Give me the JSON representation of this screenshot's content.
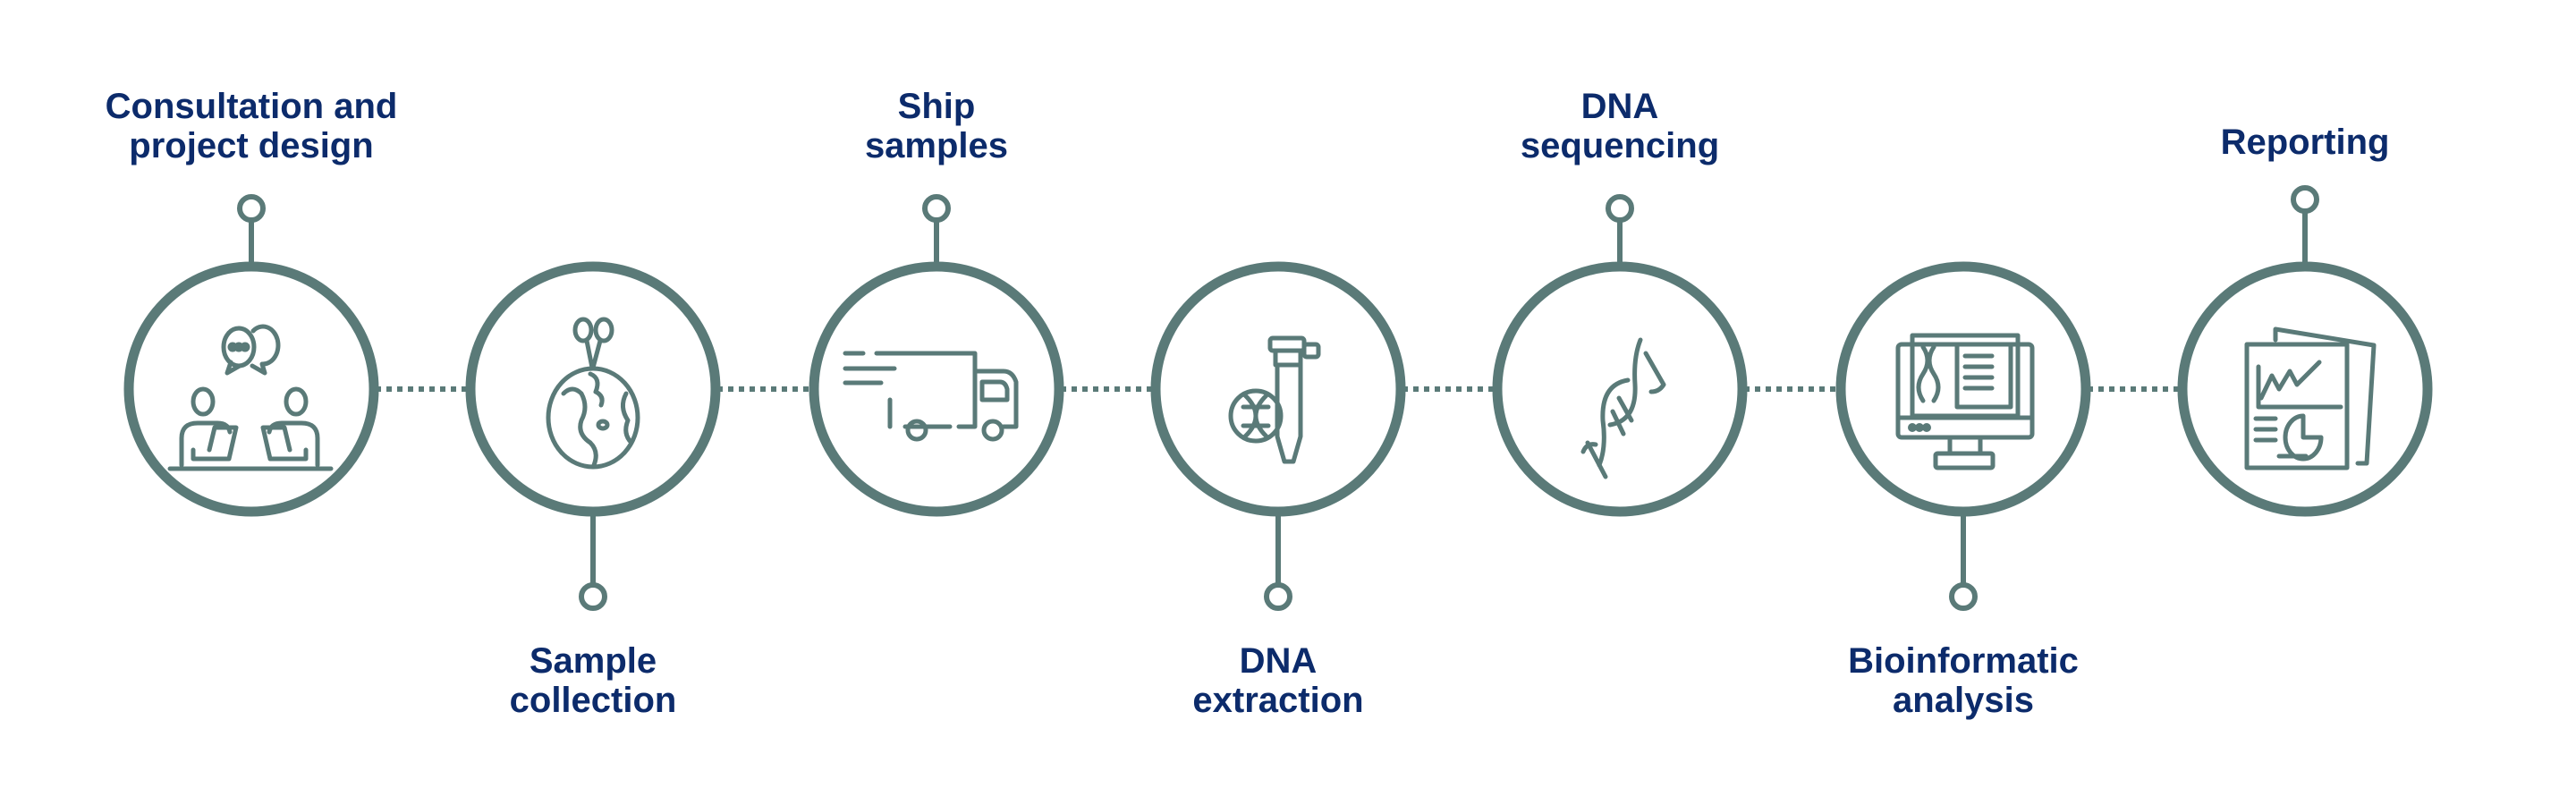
{
  "colors": {
    "accent": "#5a7a78",
    "label": "#0c2b6b"
  },
  "steps": [
    {
      "lines": [
        "Consultation and",
        "project design"
      ],
      "icon": "consultation-icon",
      "position": "top"
    },
    {
      "lines": [
        "Sample",
        "collection"
      ],
      "icon": "globe-sprout-icon",
      "position": "bottom"
    },
    {
      "lines": [
        "Ship",
        "samples"
      ],
      "icon": "delivery-truck-icon",
      "position": "top"
    },
    {
      "lines": [
        "DNA",
        "extraction"
      ],
      "icon": "test-tube-dna-icon",
      "position": "bottom"
    },
    {
      "lines": [
        "DNA",
        "sequencing"
      ],
      "icon": "dna-helix-icon",
      "position": "top"
    },
    {
      "lines": [
        "Bioinformatic",
        "analysis"
      ],
      "icon": "computer-monitor-icon",
      "position": "bottom"
    },
    {
      "lines": [
        "Reporting"
      ],
      "icon": "report-document-icon",
      "position": "top"
    }
  ]
}
